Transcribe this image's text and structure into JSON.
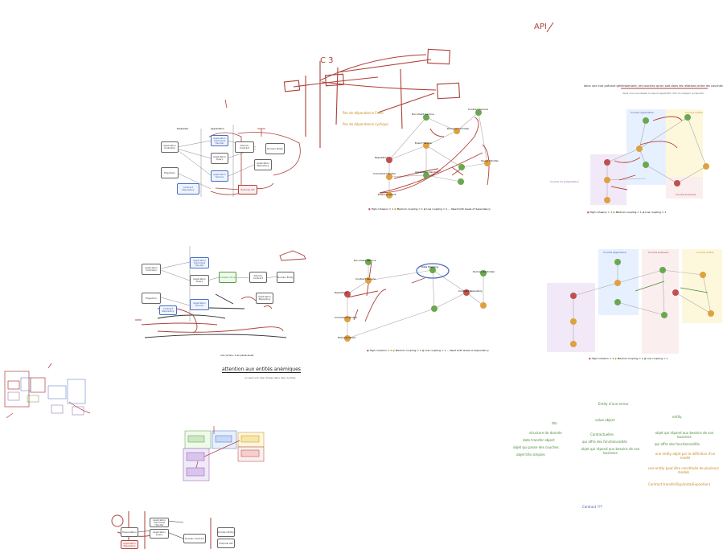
{
  "annotations": {
    "api_title": "API",
    "title_c": "C 3",
    "pas_fleches_1": "Pas de dépendance Forte",
    "pas_fleches_2": "Pas de dépendance cyclique",
    "right_header": "dans une vue prévaut généralement, les touches qu'on sait dans les relations entre les couches",
    "right_subheader": "dans une vue ideale, le layout applicatif, doit ne mapper qu'ajouter",
    "couche_applicative_1": "Couche applicative",
    "couche_metier_1": "Couche métier",
    "couche_infra_1": "Couche de présentation",
    "couche_business_1": "Couche business",
    "couche_applicative_2": "Couche applicative",
    "couche_business_2": "Couche business",
    "couche_metier_2": "Couche métier",
    "attention": "attention aux entités anémiques",
    "attention_sub": "voir le lien, il en parle aussi",
    "bottom_note": "on peut voir des choses dans des couches",
    "entity_title": "Entity d'une erreur",
    "col_dto": "dto",
    "col_value": "value object",
    "col_entity": "entity",
    "dto_1": "structure de donnée",
    "dto_2": "data transfer object",
    "dto_3": "objet qui passe des couches",
    "dto_4": "objet très simples",
    "vo_1": "Contractuelles",
    "vo_2": "qui offre des fonctionnalités",
    "vo_3": "objet qui répond aux besoins de son business",
    "en_1": "objet qui répond aux besoins de son business",
    "en_2": "qui offre des fonctionnalités",
    "en_3": "une entity objet par la définition d'un model",
    "en_4": "une entity peut être constituée de plusieurs models",
    "en_5": "Contract-transferDuplicata(Exposition)",
    "bottom_question": "Contract ???",
    "legend_1": "High cohesion = 1",
    "legend_2": "Medium coupling = 1",
    "legend_3": "Low coupling = 1",
    "legend_4": "Need both levels of dependency",
    "diagram_boxes": {
      "app_controller_1": "Application Controller",
      "app_command": "Application Command Handler",
      "app_query": "Application Query",
      "app_service": "Application Service",
      "domain_contract": "Domain Contract",
      "domain_entity": "Domain Entity",
      "app_repo": "Application Repository",
      "contract_repo": "Contract Repository",
      "external_api": "External API",
      "infra": "Infrastructure",
      "projection": "Projection",
      "presentation": "Presentation"
    },
    "graph_nodes": {
      "n1": "Document Service",
      "n2": "Contract Service",
      "n3": "Domain Controller",
      "n4": "Event Handler",
      "n5": "Repository",
      "n6": "Query Handler",
      "n7": "Command Handler",
      "n8": "Application Service",
      "n9": "External Client",
      "n10": "Contract Repository"
    },
    "mid_graph_center": "Data Mapping"
  },
  "colors": {
    "red_ink": "#b0403a",
    "green_node": "#6aa84f",
    "orange_node": "#e0a040",
    "red_node": "#c05050",
    "blue_zone": "#e6f0ff",
    "yellow_zone": "#fdf8dc",
    "purple_zone": "#f1e9f8",
    "pink_zone": "#fbeeee"
  }
}
